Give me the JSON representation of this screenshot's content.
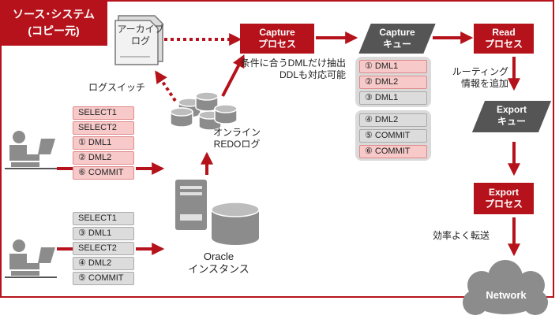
{
  "header": {
    "line1": "ソース･システム",
    "line2": "(コピー元)"
  },
  "archive_log": {
    "line1": "アーカイブ",
    "line2": "ログ"
  },
  "log_switch": "ログスイッチ",
  "online_redo": {
    "line1": "オンライン",
    "line2": "REDOログ"
  },
  "oracle": {
    "line1": "Oracle",
    "line2": "インスタンス"
  },
  "capture_process": {
    "line1": "Capture",
    "line2": "プロセス"
  },
  "capture_note": {
    "line1": "条件に合うDMLだけ抽出",
    "line2": "DDLも対応可能"
  },
  "capture_queue": {
    "line1": "Capture",
    "line2": "キュー",
    "group1": [
      "① DML1",
      "② DML2",
      "③ DML1"
    ],
    "group1_colors": [
      "red",
      "red",
      "gray"
    ],
    "group2": [
      "④ DML2",
      "⑤ COMMIT",
      "⑥ COMMIT"
    ],
    "group2_colors": [
      "gray",
      "gray",
      "red"
    ]
  },
  "read_process": {
    "line1": "Read",
    "line2": "プロセス"
  },
  "routing_note": {
    "line1": "ルーティング",
    "line2": "情報を追加"
  },
  "export_queue": {
    "line1": "Export",
    "line2": "キュー"
  },
  "export_process": {
    "line1": "Export",
    "line2": "プロセス"
  },
  "transfer_note": "効率よく転送",
  "network": "Network",
  "tx_user1": {
    "items": [
      "SELECT1",
      "SELECT2",
      "① DML1",
      "② DML2",
      "⑥ COMMIT"
    ],
    "colors": [
      "red",
      "red",
      "red",
      "red",
      "red"
    ]
  },
  "tx_user2": {
    "items": [
      "SELECT1",
      "③ DML1",
      "SELECT2",
      "④ DML2",
      "⑤ COMMIT"
    ],
    "colors": [
      "gray",
      "gray",
      "gray",
      "gray",
      "gray"
    ]
  },
  "colors": {
    "accent": "#b5121b",
    "dark": "#555555",
    "chip_red": "#f7c9c9",
    "chip_gray": "#dcdcdc"
  }
}
